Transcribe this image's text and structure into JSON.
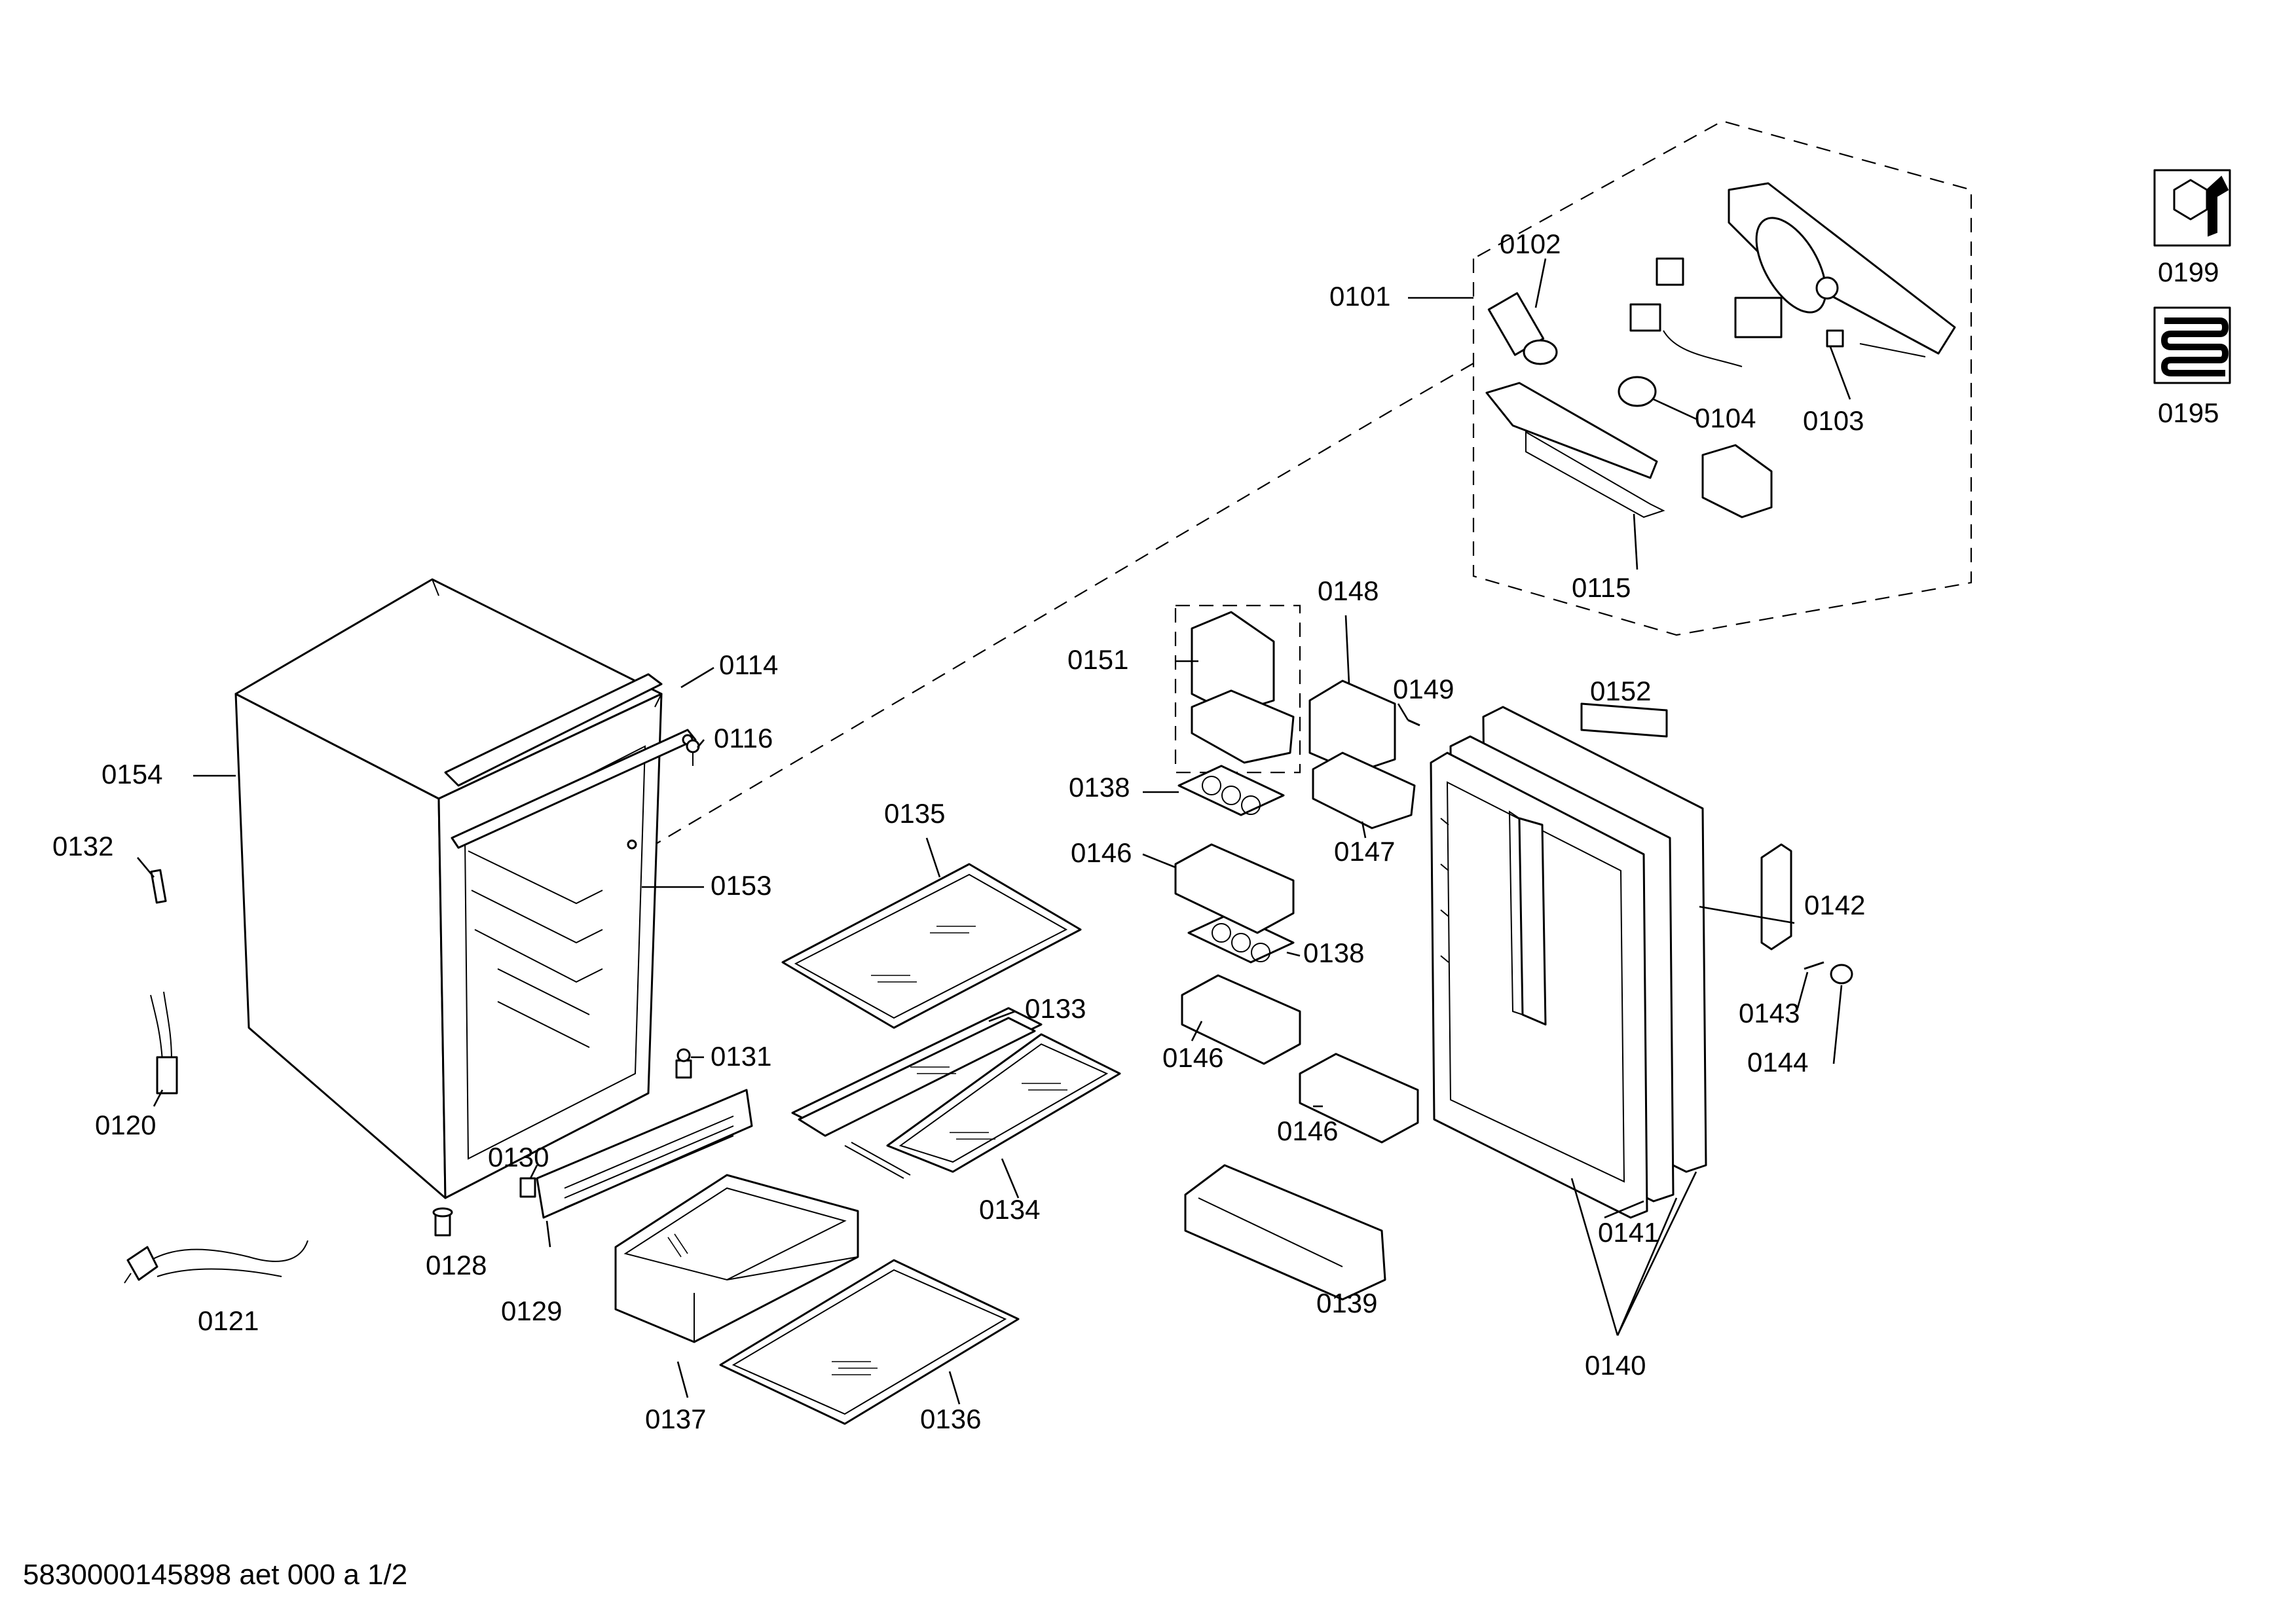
{
  "diagram": {
    "labels": {
      "p0101": "0101",
      "p0102": "0102",
      "p0103": "0103",
      "p0104": "0104",
      "p0114": "0114",
      "p0115": "0115",
      "p0116": "0116",
      "p0120": "0120",
      "p0121": "0121",
      "p0128": "0128",
      "p0129": "0129",
      "p0130": "0130",
      "p0131": "0131",
      "p0132": "0132",
      "p0133": "0133",
      "p0134": "0134",
      "p0135": "0135",
      "p0136": "0136",
      "p0137": "0137",
      "p0138a": "0138",
      "p0138b": "0138",
      "p0139": "0139",
      "p0140": "0140",
      "p0141": "0141",
      "p0142": "0142",
      "p0143": "0143",
      "p0144": "0144",
      "p0146a": "0146",
      "p0146b": "0146",
      "p0146c": "0146",
      "p0147": "0147",
      "p0148": "0148",
      "p0149": "0149",
      "p0151": "0151",
      "p0152": "0152",
      "p0153": "0153",
      "p0154": "0154",
      "p0195": "0195",
      "p0199": "0199"
    },
    "icons": {
      "tools": "wrench-nut-icon",
      "refrigerant": "cooling-coil-icon"
    }
  },
  "footer": {
    "document_id": "5830000145898 aet 000 a 1/2"
  }
}
